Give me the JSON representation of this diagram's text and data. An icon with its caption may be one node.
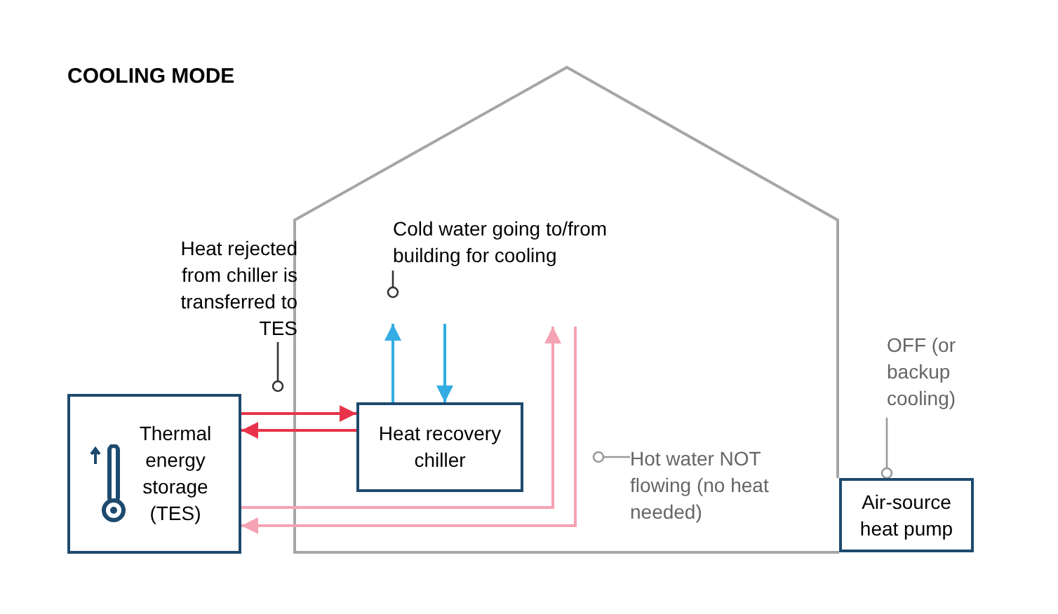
{
  "diagram": {
    "title": "COOLING MODE",
    "nodes": [
      {
        "text": [
          "Thermal energy storage (TES)"
        ]
      },
      {
        "text": [
          "Heat recovery chiller"
        ]
      },
      {
        "text": [
          "Air-source heat pump"
        ]
      },
      {
        "text": [
          "Heat rejected from chiller is transferred to TES"
        ]
      },
      {
        "text": [
          "Cold water going to/from building for cooling"
        ]
      },
      {
        "text": [
          "Hot water NOT flowing (no heat needed)"
        ]
      },
      {
        "text": [
          "OFF (or backup cooling)"
        ]
      }
    ],
    "edges": [
      {
        "from": 0,
        "to": 1,
        "arrow": "to",
        "color": "#e8334a"
      },
      {
        "from": 1,
        "to": 0,
        "arrow": "to",
        "color": "#e8334a"
      },
      {
        "from": 1,
        "to": null,
        "arrow": "to",
        "color": "#33ade3"
      },
      {
        "from": null,
        "to": 1,
        "arrow": "to",
        "color": "#33ade3"
      },
      {
        "from": 0,
        "to": null,
        "arrow": "to",
        "color": "#f5a3b3"
      },
      {
        "from": null,
        "to": 0,
        "arrow": "to",
        "color": "#f5a3b3"
      },
      {
        "from": 3,
        "to": null,
        "arrow": "other",
        "color": "#333333"
      },
      {
        "from": 4,
        "to": null,
        "arrow": "other",
        "color": "#333333"
      },
      {
        "from": 5,
        "to": null,
        "arrow": "other",
        "color": "#999999"
      },
      {
        "from": 6,
        "to": 2,
        "arrow": "other",
        "color": "#999999"
      }
    ]
  }
}
